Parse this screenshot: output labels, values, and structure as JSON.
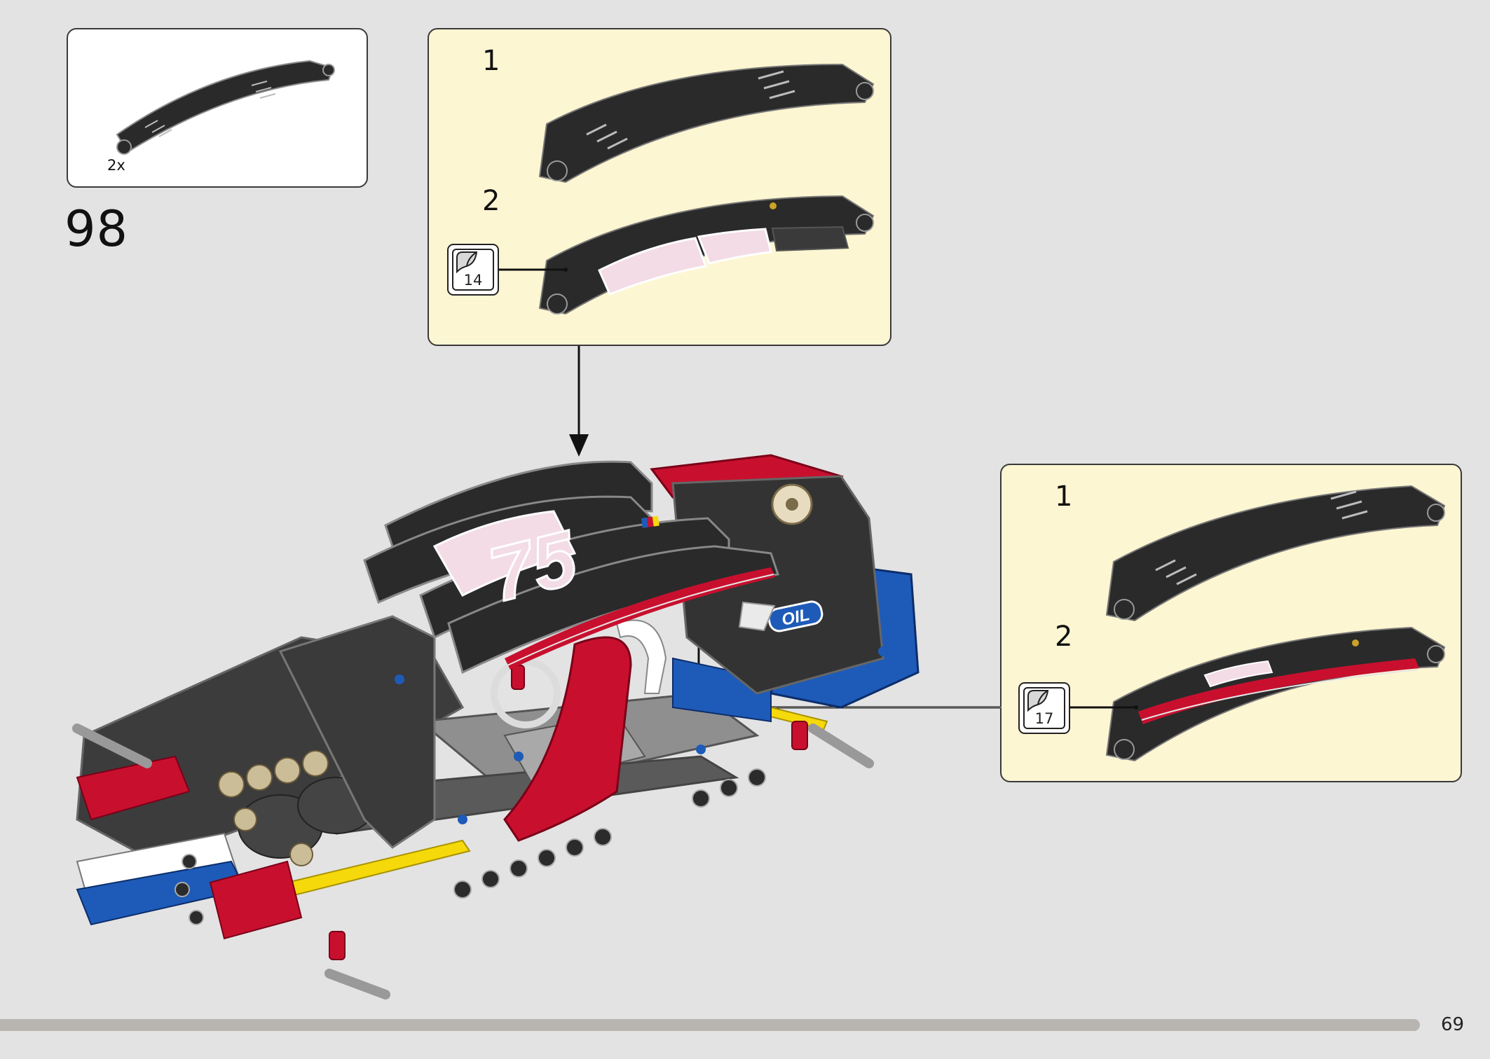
{
  "parts_list": {
    "quantity": "2x"
  },
  "step": {
    "number": "98"
  },
  "subassembly_top": {
    "step_1_label": "1",
    "step_2_label": "2",
    "sticker_number": "14"
  },
  "subassembly_right": {
    "step_1_label": "1",
    "step_2_label": "2",
    "sticker_number": "17"
  },
  "model_stickers": {
    "number": "75",
    "badge": "OIL"
  },
  "footer": {
    "page_number": "69"
  },
  "colors": {
    "panel_black": "#2a2a2a",
    "red": "#c8102e",
    "blue": "#1e5bb8",
    "yellow": "#f5d90a",
    "pink": "#f3dce6",
    "light_gray": "#a9a9a9",
    "callout_bg": "#fdf6d2"
  }
}
